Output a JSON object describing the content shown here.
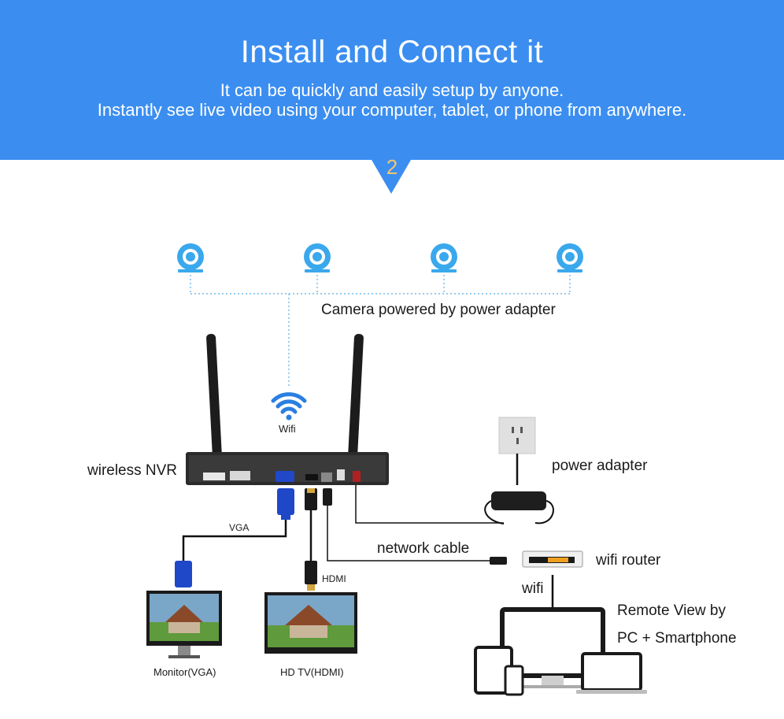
{
  "header": {
    "title": "Install and Connect it",
    "subtitle_line1": "It can be quickly and easily setup by anyone.",
    "subtitle_line2": "Instantly see live video using your computer, tablet, or phone from anywhere.",
    "step_number": "2"
  },
  "labels": {
    "camera_power": "Camera powered by power adapter",
    "wifi_nvr": "Wifi",
    "wireless_nvr": "wireless NVR",
    "power_adapter": "power adapter",
    "vga": "VGA",
    "hdmi": "HDMI",
    "network_cable": "network cable",
    "wifi_router": "wifi router",
    "wifi_router_link": "wifi",
    "remote_view_line1": "Remote View by",
    "remote_view_line2": "PC + Smartphone",
    "monitor": "Monitor(VGA)",
    "hdtv": "HD TV(HDMI)"
  },
  "colors": {
    "header_bg": "#3b8ef0",
    "step_number": "#f3c56b",
    "camera_blue": "#3aa8ec",
    "wifi_blue": "#2a7fe0",
    "vga_blue": "#1f48c8"
  }
}
